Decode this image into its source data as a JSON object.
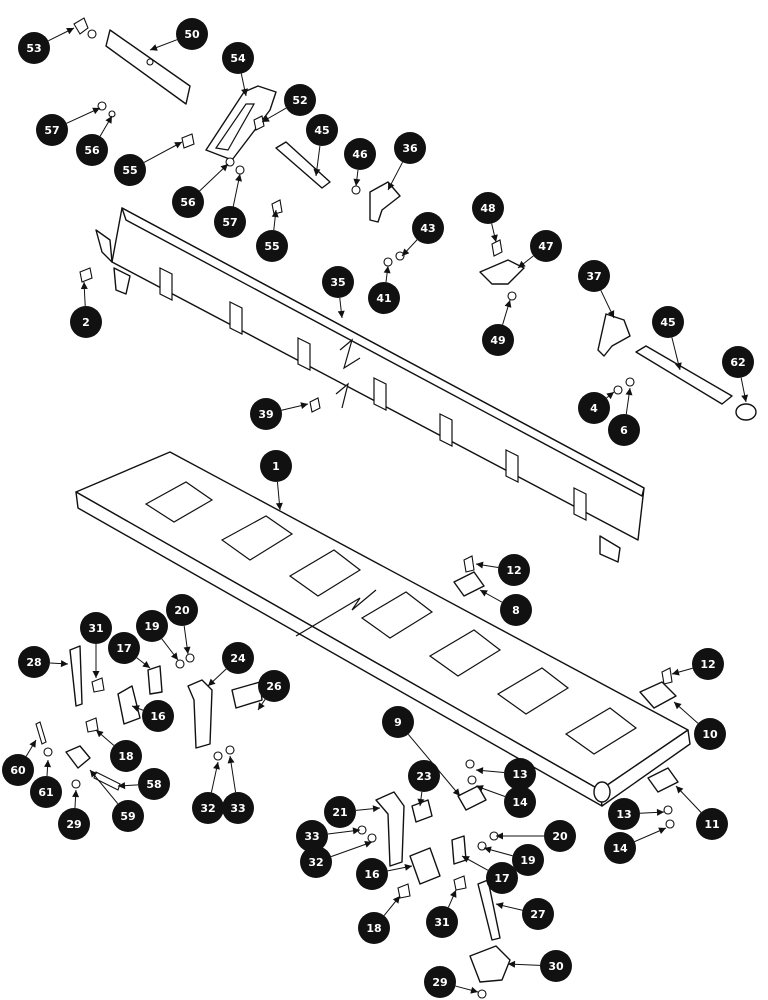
{
  "diagram": {
    "callouts": [
      {
        "id": "c53",
        "label": "53"
      },
      {
        "id": "c50",
        "label": "50"
      },
      {
        "id": "c54",
        "label": "54"
      },
      {
        "id": "c52",
        "label": "52"
      },
      {
        "id": "c57a",
        "label": "57"
      },
      {
        "id": "c56a",
        "label": "56"
      },
      {
        "id": "c55a",
        "label": "55"
      },
      {
        "id": "c45a",
        "label": "45"
      },
      {
        "id": "c46",
        "label": "46"
      },
      {
        "id": "c36",
        "label": "36"
      },
      {
        "id": "c56b",
        "label": "56"
      },
      {
        "id": "c57b",
        "label": "57"
      },
      {
        "id": "c55b",
        "label": "55"
      },
      {
        "id": "c43",
        "label": "43"
      },
      {
        "id": "c48",
        "label": "48"
      },
      {
        "id": "c47",
        "label": "47"
      },
      {
        "id": "c35",
        "label": "35"
      },
      {
        "id": "c41",
        "label": "41"
      },
      {
        "id": "c2",
        "label": "2"
      },
      {
        "id": "c49",
        "label": "49"
      },
      {
        "id": "c37",
        "label": "37"
      },
      {
        "id": "c45b",
        "label": "45"
      },
      {
        "id": "c62",
        "label": "62"
      },
      {
        "id": "c4",
        "label": "4"
      },
      {
        "id": "c6",
        "label": "6"
      },
      {
        "id": "c39",
        "label": "39"
      },
      {
        "id": "c1",
        "label": "1"
      },
      {
        "id": "c12a",
        "label": "12"
      },
      {
        "id": "c8",
        "label": "8"
      },
      {
        "id": "c20a",
        "label": "20"
      },
      {
        "id": "c31a",
        "label": "31"
      },
      {
        "id": "c19a",
        "label": "19"
      },
      {
        "id": "c17a",
        "label": "17"
      },
      {
        "id": "c28",
        "label": "28"
      },
      {
        "id": "c24",
        "label": "24"
      },
      {
        "id": "c26",
        "label": "26"
      },
      {
        "id": "c12b",
        "label": "12"
      },
      {
        "id": "c16a",
        "label": "16"
      },
      {
        "id": "c10",
        "label": "10"
      },
      {
        "id": "c9",
        "label": "9"
      },
      {
        "id": "c18a",
        "label": "18"
      },
      {
        "id": "c60",
        "label": "60"
      },
      {
        "id": "c61",
        "label": "61"
      },
      {
        "id": "c58",
        "label": "58"
      },
      {
        "id": "c23",
        "label": "23"
      },
      {
        "id": "c13a",
        "label": "13"
      },
      {
        "id": "c14a",
        "label": "14"
      },
      {
        "id": "c32a",
        "label": "32"
      },
      {
        "id": "c33a",
        "label": "33"
      },
      {
        "id": "c29a",
        "label": "29"
      },
      {
        "id": "c59",
        "label": "59"
      },
      {
        "id": "c21",
        "label": "21"
      },
      {
        "id": "c13b",
        "label": "13"
      },
      {
        "id": "c11",
        "label": "11"
      },
      {
        "id": "c33b",
        "label": "33"
      },
      {
        "id": "c20b",
        "label": "20"
      },
      {
        "id": "c14b",
        "label": "14"
      },
      {
        "id": "c32b",
        "label": "32"
      },
      {
        "id": "c19b",
        "label": "19"
      },
      {
        "id": "c16b",
        "label": "16"
      },
      {
        "id": "c17b",
        "label": "17"
      },
      {
        "id": "c18b",
        "label": "18"
      },
      {
        "id": "c31b",
        "label": "31"
      },
      {
        "id": "c27",
        "label": "27"
      },
      {
        "id": "c30",
        "label": "30"
      },
      {
        "id": "c29b",
        "label": "29"
      }
    ]
  },
  "colors": {
    "ink": "#111111",
    "paper": "#ffffff"
  }
}
